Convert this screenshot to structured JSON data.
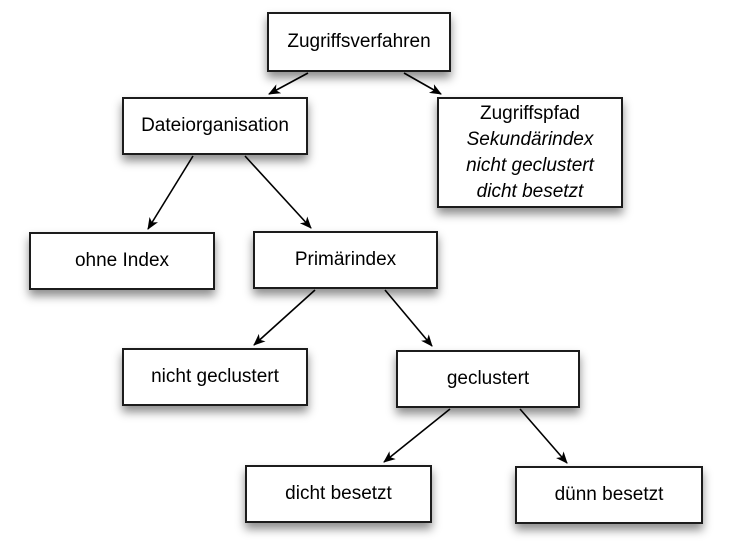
{
  "diagram": {
    "nodes": {
      "zugriffsverfahren": {
        "label": "Zugriffsverfahren"
      },
      "dateiorganisation": {
        "label": "Dateiorganisation"
      },
      "zugriffspfad": {
        "line1": "Zugriffspfad",
        "line2": "Sekundärindex",
        "line3": "nicht geclustert",
        "line4": "dicht besetzt"
      },
      "ohne_index": {
        "label": "ohne Index"
      },
      "primaerindex": {
        "label": "Primärindex"
      },
      "nicht_geclustert": {
        "label": "nicht geclustert"
      },
      "geclustert": {
        "label": "geclustert"
      },
      "dicht_besetzt": {
        "label": "dicht besetzt"
      },
      "duenn_besetzt": {
        "label": "dünn besetzt"
      }
    },
    "edges": [
      {
        "from": "Zugriffsverfahren",
        "to": "Dateiorganisation"
      },
      {
        "from": "Zugriffsverfahren",
        "to": "Zugriffspfad"
      },
      {
        "from": "Dateiorganisation",
        "to": "ohne Index"
      },
      {
        "from": "Dateiorganisation",
        "to": "Primärindex"
      },
      {
        "from": "Primärindex",
        "to": "nicht geclustert"
      },
      {
        "from": "Primärindex",
        "to": "geclustert"
      },
      {
        "from": "geclustert",
        "to": "dicht besetzt"
      },
      {
        "from": "geclustert",
        "to": "dünn besetzt"
      }
    ],
    "colors": {
      "background": "#ffffff",
      "box_fill": "#ffffff",
      "box_border": "#1c1c1c",
      "text": "#000000",
      "arrow": "#000000"
    }
  }
}
